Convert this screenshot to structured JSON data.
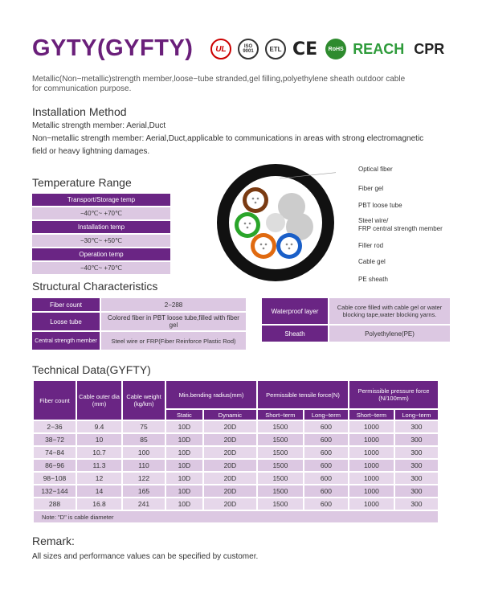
{
  "header": {
    "title": "GYTY(GYFTY)",
    "certs": {
      "ul": "UL",
      "iso": "ISO 9001",
      "etl": "ETL",
      "ce": "CE",
      "rohs": "RoHS",
      "reach": "REACH",
      "cpr": "CPR"
    },
    "subtitle_line1": "Metallic(Non−metallic)strength member,loose−tube stranded,gel filling,polyethylene sheath outdoor cable",
    "subtitle_line2": "for communication purpose."
  },
  "installation": {
    "heading": "Installation Method",
    "line1": "Metallic strength member: Aerial,Duct",
    "line2": "Non−metallic strength member: Aerial,Duct,applicable to communications in areas with strong electromagnetic",
    "line3": "field or heavy lightning damages."
  },
  "temperature": {
    "heading": "Temperature Range",
    "rows": [
      {
        "label": "Transport/Storage temp",
        "value": "−40℃~ +70℃"
      },
      {
        "label": "Installation temp",
        "value": "−30℃~ +50℃"
      },
      {
        "label": "Operation temp",
        "value": "−40℃~ +70℃"
      }
    ]
  },
  "diagram": {
    "labels": [
      "Optical fiber",
      "Fiber gel",
      "PBT loose tube",
      "Steel wire/",
      "FRP central strength member",
      "Filler rod",
      "Cable gel",
      "PE sheath"
    ],
    "colors": {
      "sheath": "#111111",
      "gel": "#ffffff",
      "tube_brown": "#7a3b12",
      "tube_green": "#2aa52a",
      "tube_orange": "#e06a10",
      "tube_blue": "#1a5fc8",
      "filler": "#cccccc"
    }
  },
  "structural": {
    "heading": "Structural Characteristics",
    "left": [
      {
        "label": "Fiber count",
        "value": "2−288"
      },
      {
        "label": "Loose tube",
        "value": "Colored fiber in PBT loose tube,filled with fiber gel"
      },
      {
        "label": "Central strength member",
        "value": "Steel wire or FRP(Fiber Reinforce Plastic Rod)"
      }
    ],
    "right": [
      {
        "label": "Waterproof layer",
        "value": "Cable core filled with cable gel or water blocking tape,water blocking yarns."
      },
      {
        "label": "Sheath",
        "value": "Polyethylene(PE)"
      }
    ]
  },
  "technical": {
    "heading": "Technical Data(GYFTY)",
    "headers": {
      "fiber_count": "Fiber count",
      "outer_dia": "Cable outer dia (mm)",
      "weight": "Cable weight (kg/km)",
      "bending": "Min.bending radius(mm)",
      "tensile": "Permissible tensile force(N)",
      "pressure": "Permissible pressure force (N/100mm)",
      "static": "Static",
      "dynamic": "Dynamic",
      "short_term": "Short−term",
      "long_term": "Long−term",
      "short_term2": "Short−term",
      "long_term2": "Long−term"
    },
    "rows": [
      [
        "2−36",
        "9.4",
        "75",
        "10D",
        "20D",
        "1500",
        "600",
        "1000",
        "300"
      ],
      [
        "38−72",
        "10",
        "85",
        "10D",
        "20D",
        "1500",
        "600",
        "1000",
        "300"
      ],
      [
        "74−84",
        "10.7",
        "100",
        "10D",
        "20D",
        "1500",
        "600",
        "1000",
        "300"
      ],
      [
        "86−96",
        "11.3",
        "110",
        "10D",
        "20D",
        "1500",
        "600",
        "1000",
        "300"
      ],
      [
        "98−108",
        "12",
        "122",
        "10D",
        "20D",
        "1500",
        "600",
        "1000",
        "300"
      ],
      [
        "132−144",
        "14",
        "165",
        "10D",
        "20D",
        "1500",
        "600",
        "1000",
        "300"
      ],
      [
        "288",
        "16.8",
        "241",
        "10D",
        "20D",
        "1500",
        "600",
        "1000",
        "300"
      ]
    ],
    "note": "Note: \"D\" is cable diameter"
  },
  "remark": {
    "heading": "Remark:",
    "text": "All sizes and performance values can be specified by customer."
  }
}
